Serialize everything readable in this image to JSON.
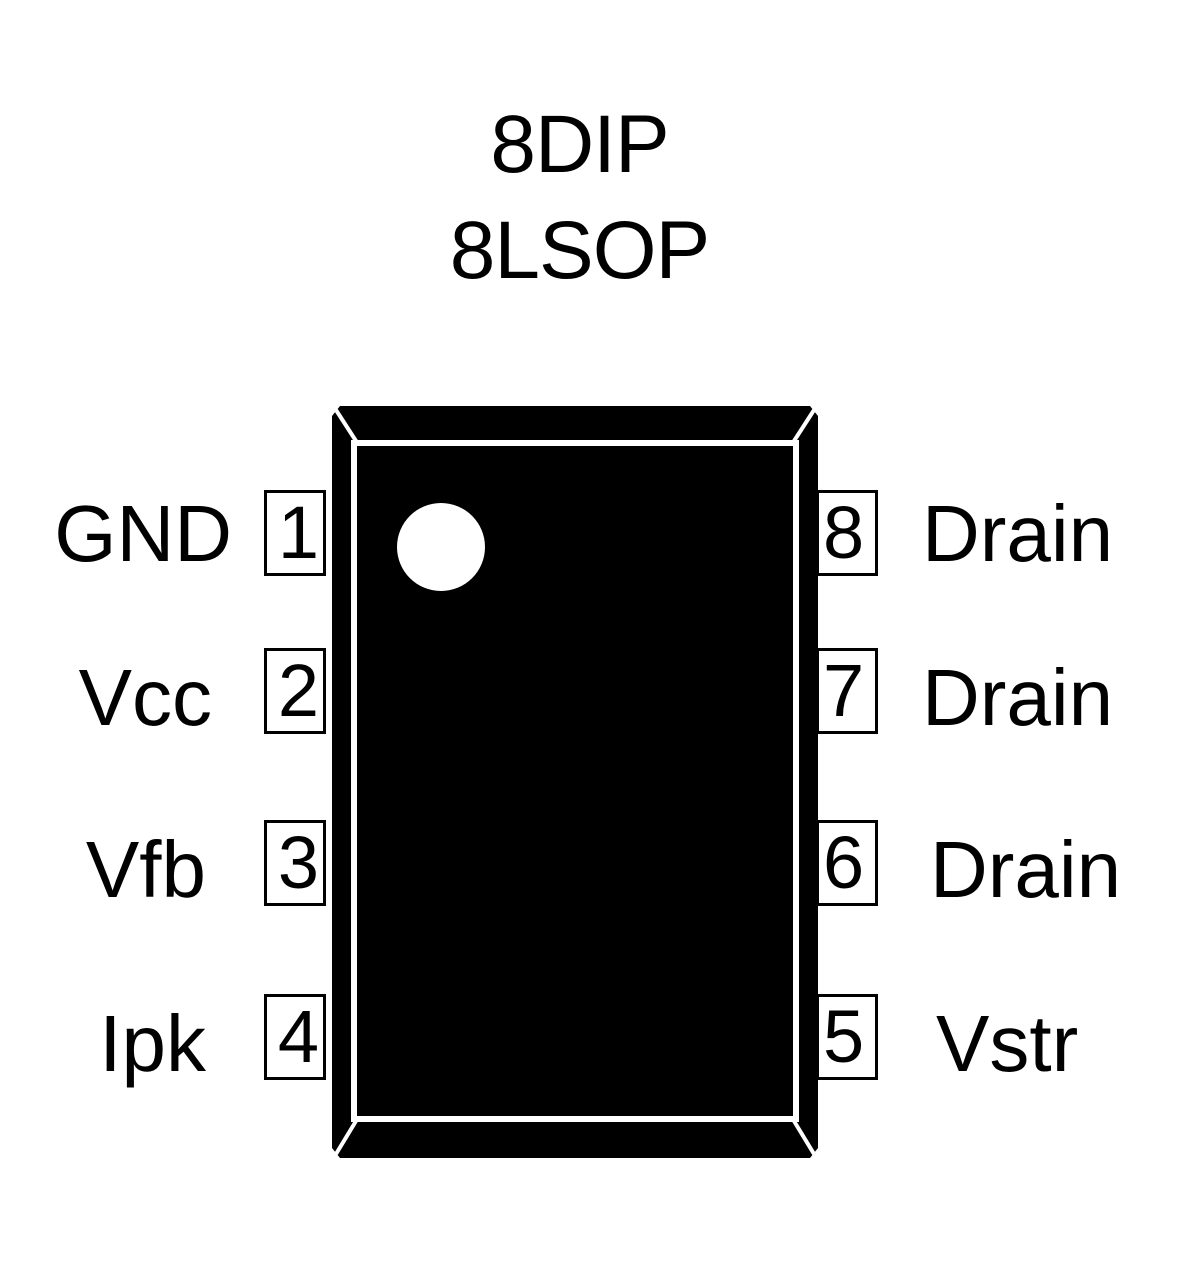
{
  "package_names": [
    "8DIP",
    "8LSOP"
  ],
  "pins": {
    "left": [
      {
        "number": "1",
        "name": "GND"
      },
      {
        "number": "2",
        "name": "Vcc"
      },
      {
        "number": "3",
        "name": "Vfb"
      },
      {
        "number": "4",
        "name": "Ipk"
      }
    ],
    "right": [
      {
        "number": "8",
        "name": "Drain"
      },
      {
        "number": "7",
        "name": "Drain"
      },
      {
        "number": "6",
        "name": "Drain"
      },
      {
        "number": "5",
        "name": "Vstr"
      }
    ]
  },
  "colors": {
    "body": "#000000",
    "background": "#ffffff",
    "pin1_marker": "#ffffff"
  }
}
